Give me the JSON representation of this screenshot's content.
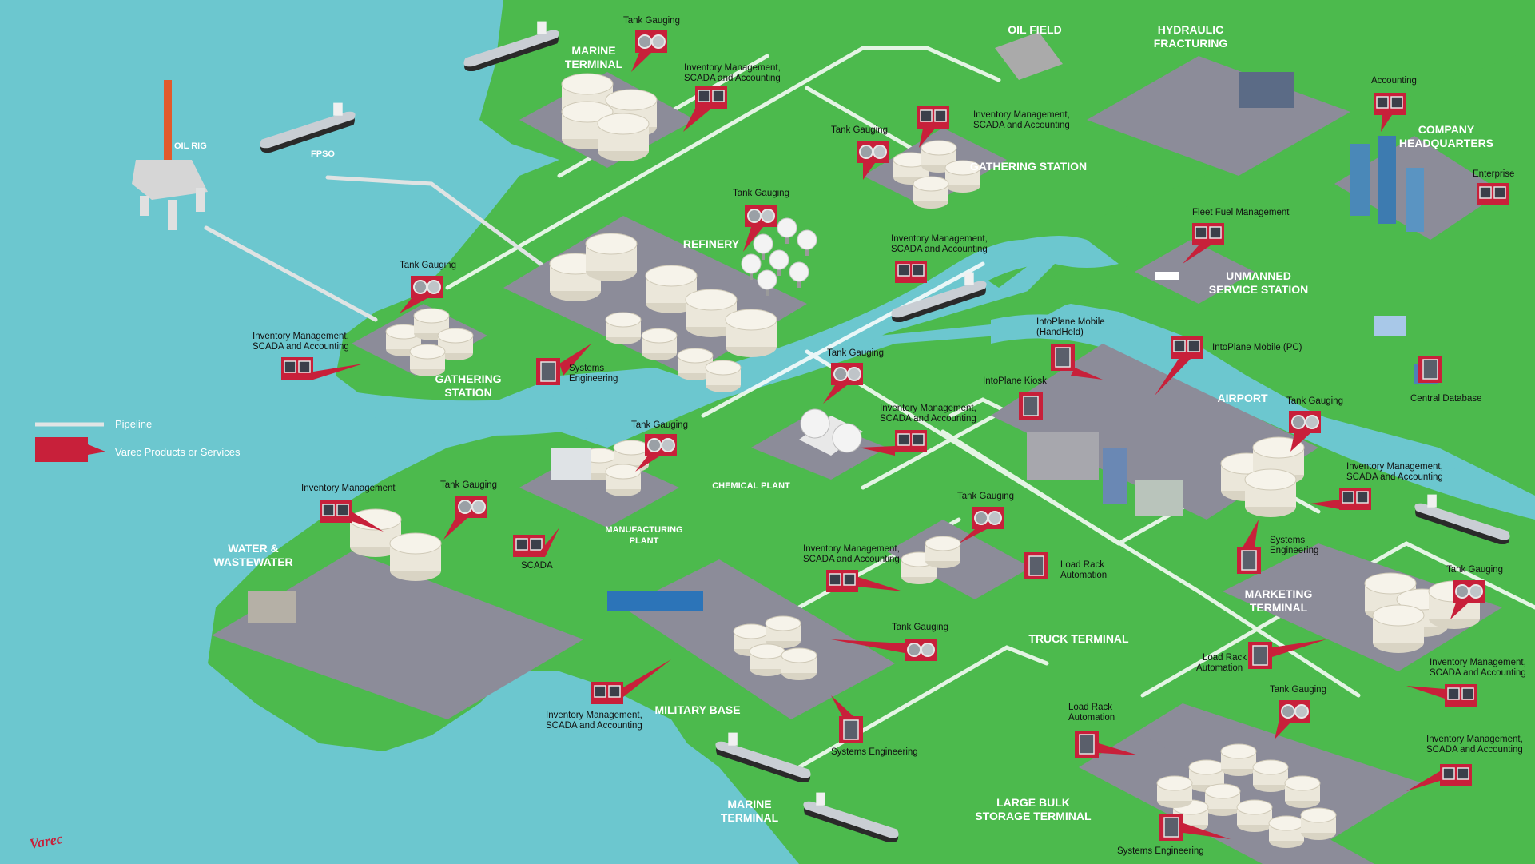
{
  "colors": {
    "water": "#6cc7cf",
    "land": "#4cba4d",
    "pad": "#8c8c99",
    "pipeline": "#dfe3e3",
    "varec_red": "#c8203a",
    "tank": "#efece2",
    "text_white": "#ffffff",
    "text_dark": "#111111"
  },
  "legend": {
    "pipeline": "Pipeline",
    "products": "Varec Products or Services"
  },
  "brand": {
    "logo_text": "Varec"
  },
  "sites": {
    "oil_rig": "OIL RIG",
    "fpso": "FPSO",
    "marine_terminal_top": [
      "MARINE",
      "TERMINAL"
    ],
    "oil_field": "OIL FIELD",
    "hydraulic_fracturing": [
      "HYDRAULIC",
      "FRACTURING"
    ],
    "company_hq": [
      "COMPANY",
      "HEADQUARTERS"
    ],
    "gathering_station_left": [
      "GATHERING",
      "STATION"
    ],
    "refinery": "REFINERY",
    "gathering_station_right": "GATHERING STATION",
    "unmanned_service_station": [
      "UNMANNED",
      "SERVICE STATION"
    ],
    "airport": "AIRPORT",
    "chemical_plant": "CHEMICAL PLANT",
    "manufacturing_plant": [
      "MANUFACTURING",
      "PLANT"
    ],
    "water_wastewater": [
      "WATER &",
      "WASTEWATER"
    ],
    "truck_terminal": "TRUCK TERMINAL",
    "marketing_terminal": [
      "MARKETING",
      "TERMINAL"
    ],
    "military_base": "MILITARY BASE",
    "marine_terminal_bottom": [
      "MARINE",
      "TERMINAL"
    ],
    "large_bulk_storage": [
      "LARGE BULK",
      "STORAGE TERMINAL"
    ]
  },
  "products": {
    "tank_gauging": "Tank Gauging",
    "inv_scada_acct": [
      "Inventory Management,",
      "SCADA and Accounting"
    ],
    "inventory_management": "Inventory Management",
    "systems_engineering": [
      "Systems",
      "Engineering"
    ],
    "systems_engineering_1line": "Systems Engineering",
    "systems_engineering_space": "Systems  Engineering",
    "scada": "SCADA",
    "accounting": "Accounting",
    "enterprise": "Enterprise",
    "fleet_fuel": "Fleet Fuel Management",
    "intoplane_handheld": [
      "IntoPlane Mobile",
      "(HandHeld)"
    ],
    "intoplane_pc": "IntoPlane Mobile (PC)",
    "intoplane_kiosk": "IntoPlane Kiosk",
    "central_database": "Central Database",
    "load_rack": [
      "Load Rack",
      "Automation"
    ]
  }
}
